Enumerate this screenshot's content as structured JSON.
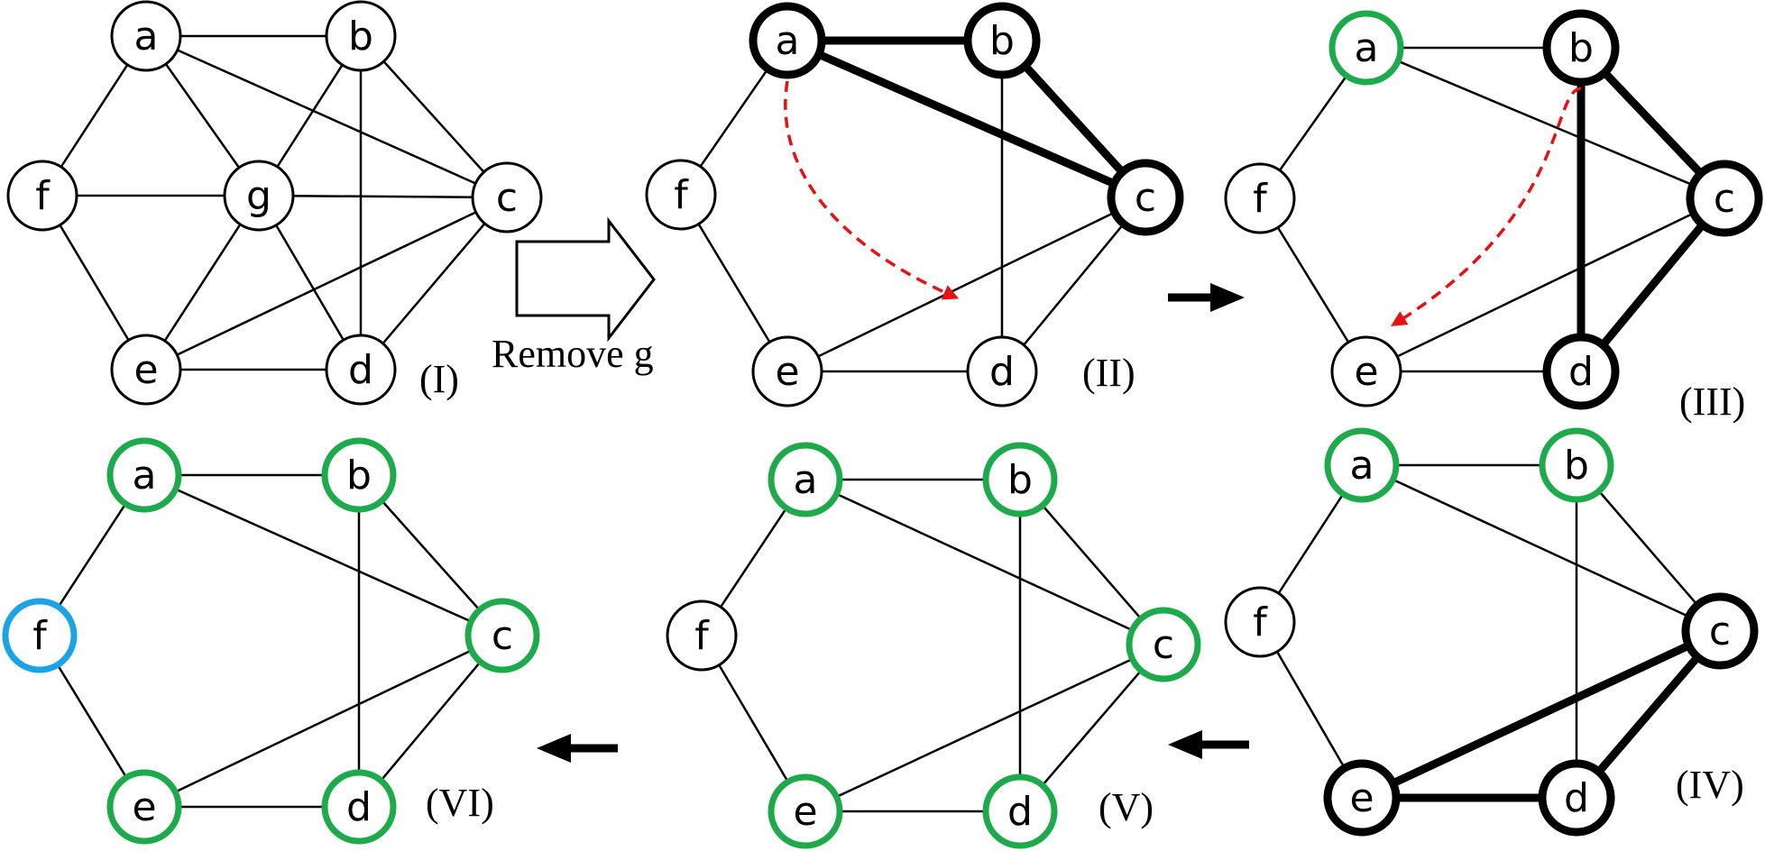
{
  "colors": {
    "ink": "#000000",
    "green": "#1DAA4A",
    "blue": "#1AA3E6",
    "red": "#E81010",
    "fill": "#FFFFFF"
  },
  "remove_step_label": "Remove g",
  "panels": [
    {
      "id": "I",
      "label": "(I)",
      "nodes": [
        {
          "id": "a",
          "label": "a",
          "state": "plain"
        },
        {
          "id": "b",
          "label": "b",
          "state": "plain"
        },
        {
          "id": "c",
          "label": "c",
          "state": "plain"
        },
        {
          "id": "d",
          "label": "d",
          "state": "plain"
        },
        {
          "id": "e",
          "label": "e",
          "state": "plain"
        },
        {
          "id": "f",
          "label": "f",
          "state": "plain"
        },
        {
          "id": "g",
          "label": "g",
          "state": "plain"
        }
      ],
      "edges": [
        [
          "a",
          "b",
          ""
        ],
        [
          "a",
          "f",
          ""
        ],
        [
          "a",
          "g",
          ""
        ],
        [
          "a",
          "c",
          ""
        ],
        [
          "b",
          "g",
          ""
        ],
        [
          "b",
          "c",
          ""
        ],
        [
          "b",
          "d",
          ""
        ],
        [
          "f",
          "g",
          ""
        ],
        [
          "f",
          "e",
          ""
        ],
        [
          "g",
          "c",
          ""
        ],
        [
          "g",
          "e",
          ""
        ],
        [
          "g",
          "d",
          ""
        ],
        [
          "e",
          "d",
          ""
        ],
        [
          "e",
          "c",
          ""
        ],
        [
          "d",
          "c",
          ""
        ]
      ],
      "moves": []
    },
    {
      "id": "II",
      "label": "(II)",
      "nodes": [
        {
          "id": "a",
          "label": "a",
          "state": "bold"
        },
        {
          "id": "b",
          "label": "b",
          "state": "bold"
        },
        {
          "id": "c",
          "label": "c",
          "state": "bold"
        },
        {
          "id": "d",
          "label": "d",
          "state": "plain"
        },
        {
          "id": "e",
          "label": "e",
          "state": "plain"
        },
        {
          "id": "f",
          "label": "f",
          "state": "plain"
        }
      ],
      "edges": [
        [
          "a",
          "b",
          "bold"
        ],
        [
          "a",
          "c",
          "bold"
        ],
        [
          "b",
          "c",
          "bold"
        ],
        [
          "a",
          "f",
          ""
        ],
        [
          "b",
          "d",
          ""
        ],
        [
          "f",
          "e",
          ""
        ],
        [
          "e",
          "d",
          ""
        ],
        [
          "e",
          "c",
          ""
        ],
        [
          "d",
          "c",
          ""
        ]
      ],
      "moves": [
        [
          "a",
          "d"
        ]
      ]
    },
    {
      "id": "III",
      "label": "(III)",
      "nodes": [
        {
          "id": "a",
          "label": "a",
          "state": "green"
        },
        {
          "id": "b",
          "label": "b",
          "state": "bold"
        },
        {
          "id": "c",
          "label": "c",
          "state": "bold"
        },
        {
          "id": "d",
          "label": "d",
          "state": "bold"
        },
        {
          "id": "e",
          "label": "e",
          "state": "plain"
        },
        {
          "id": "f",
          "label": "f",
          "state": "plain"
        }
      ],
      "edges": [
        [
          "b",
          "c",
          "bold"
        ],
        [
          "b",
          "d",
          "bold"
        ],
        [
          "d",
          "c",
          "bold"
        ],
        [
          "a",
          "b",
          ""
        ],
        [
          "a",
          "f",
          ""
        ],
        [
          "a",
          "c",
          ""
        ],
        [
          "f",
          "e",
          ""
        ],
        [
          "e",
          "d",
          ""
        ],
        [
          "e",
          "c",
          ""
        ]
      ],
      "moves": [
        [
          "b",
          "e"
        ]
      ]
    },
    {
      "id": "IV",
      "label": "(IV)",
      "nodes": [
        {
          "id": "a",
          "label": "a",
          "state": "green"
        },
        {
          "id": "b",
          "label": "b",
          "state": "green"
        },
        {
          "id": "c",
          "label": "c",
          "state": "bold"
        },
        {
          "id": "d",
          "label": "d",
          "state": "bold"
        },
        {
          "id": "e",
          "label": "e",
          "state": "bold"
        },
        {
          "id": "f",
          "label": "f",
          "state": "plain"
        }
      ],
      "edges": [
        [
          "e",
          "c",
          "bold"
        ],
        [
          "e",
          "d",
          "bold"
        ],
        [
          "d",
          "c",
          "bold"
        ],
        [
          "a",
          "b",
          ""
        ],
        [
          "a",
          "f",
          ""
        ],
        [
          "a",
          "c",
          ""
        ],
        [
          "b",
          "c",
          ""
        ],
        [
          "b",
          "d",
          ""
        ],
        [
          "f",
          "e",
          ""
        ]
      ],
      "moves": []
    },
    {
      "id": "V",
      "label": "(V)",
      "nodes": [
        {
          "id": "a",
          "label": "a",
          "state": "green"
        },
        {
          "id": "b",
          "label": "b",
          "state": "green"
        },
        {
          "id": "c",
          "label": "c",
          "state": "green"
        },
        {
          "id": "d",
          "label": "d",
          "state": "green"
        },
        {
          "id": "e",
          "label": "e",
          "state": "green"
        },
        {
          "id": "f",
          "label": "f",
          "state": "plain"
        }
      ],
      "edges": [
        [
          "a",
          "b",
          ""
        ],
        [
          "a",
          "f",
          ""
        ],
        [
          "a",
          "c",
          ""
        ],
        [
          "b",
          "c",
          ""
        ],
        [
          "b",
          "d",
          ""
        ],
        [
          "f",
          "e",
          ""
        ],
        [
          "e",
          "d",
          ""
        ],
        [
          "e",
          "c",
          ""
        ],
        [
          "d",
          "c",
          ""
        ]
      ],
      "moves": []
    },
    {
      "id": "VI",
      "label": "(VI)",
      "nodes": [
        {
          "id": "a",
          "label": "a",
          "state": "green"
        },
        {
          "id": "b",
          "label": "b",
          "state": "green"
        },
        {
          "id": "c",
          "label": "c",
          "state": "green"
        },
        {
          "id": "d",
          "label": "d",
          "state": "green"
        },
        {
          "id": "e",
          "label": "e",
          "state": "green"
        },
        {
          "id": "f",
          "label": "f",
          "state": "blue"
        }
      ],
      "edges": [
        [
          "a",
          "b",
          ""
        ],
        [
          "a",
          "f",
          ""
        ],
        [
          "a",
          "c",
          ""
        ],
        [
          "b",
          "c",
          ""
        ],
        [
          "b",
          "d",
          ""
        ],
        [
          "f",
          "e",
          ""
        ],
        [
          "e",
          "d",
          ""
        ],
        [
          "e",
          "c",
          ""
        ],
        [
          "d",
          "c",
          ""
        ]
      ],
      "moves": []
    }
  ],
  "steps": [
    {
      "from": "I",
      "to": "II",
      "style": "hollow"
    },
    {
      "from": "II",
      "to": "III",
      "style": "solid"
    },
    {
      "from": "III",
      "to": "IV",
      "style": "none"
    },
    {
      "from": "IV",
      "to": "V",
      "style": "solid"
    },
    {
      "from": "V",
      "to": "VI",
      "style": "solid"
    }
  ]
}
